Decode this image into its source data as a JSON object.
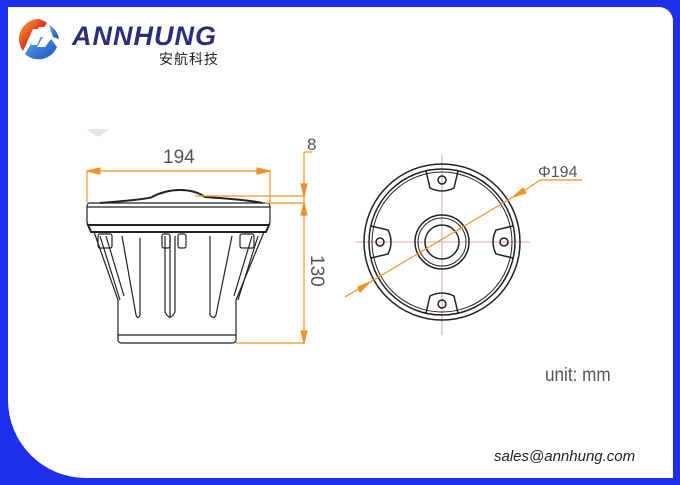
{
  "brand": {
    "name": "ANNHUNG",
    "subtitle_cn": "安航科技",
    "logo_icon": "annhung-logo-icon"
  },
  "drawing": {
    "side_view": {
      "width_dimension": "194",
      "top_dimension": "8",
      "height_dimension": "130"
    },
    "top_view": {
      "diameter_dimension": "Φ194"
    },
    "unit_label": "unit: mm"
  },
  "contact": {
    "email": "sales@annhung.com"
  },
  "colors": {
    "frame": "#1f2ee8",
    "dimension_line": "#f0922a",
    "center_line": "#d98a8a",
    "outline": "#222222"
  }
}
